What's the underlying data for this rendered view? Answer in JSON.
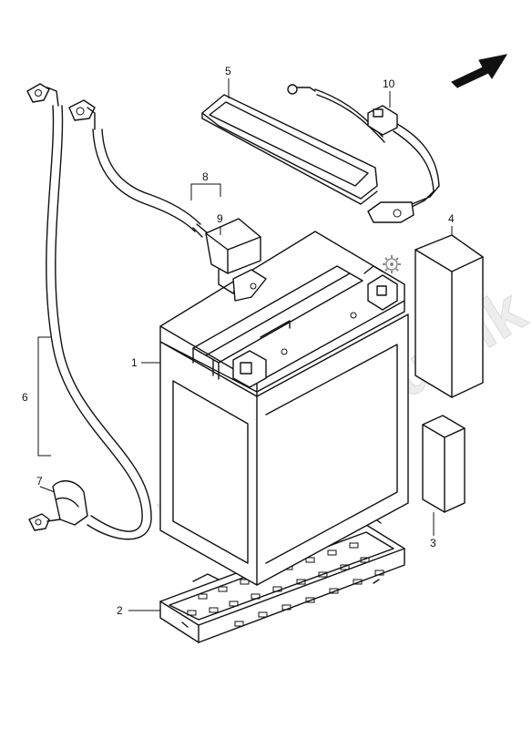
{
  "watermark": "PartsRepublik",
  "callouts": {
    "c1": "1",
    "c2": "2",
    "c3": "3",
    "c4": "4",
    "c5": "5",
    "c6": "6",
    "c7": "7",
    "c8": "8",
    "c9": "9",
    "c10": "10"
  },
  "icons": {
    "direction": "front-arrow-icon",
    "logo": "gear-logo-icon"
  }
}
